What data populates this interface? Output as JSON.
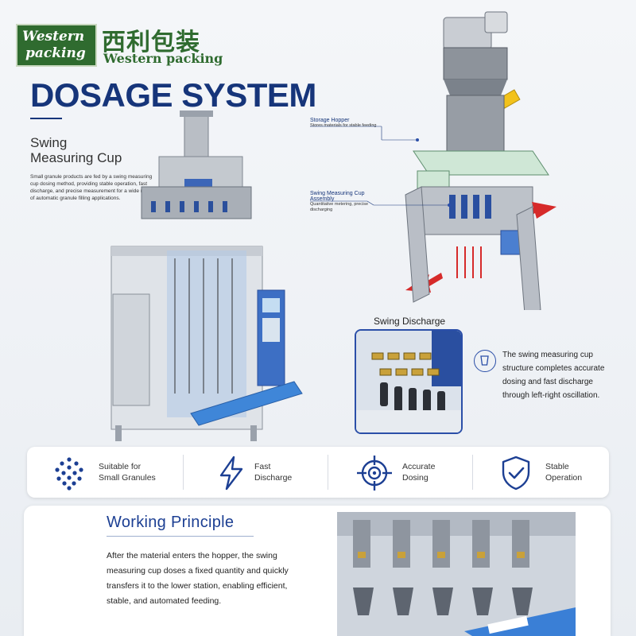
{
  "logo": {
    "badge_line1": "Western",
    "badge_line2": "packing",
    "chinese_name": "西利包装",
    "english_name": "Western packing"
  },
  "title": "DOSAGE SYSTEM",
  "subtitle": {
    "line1": "Swing",
    "line2": "Measuring Cup",
    "description": "Small granule products are fed by a swing measuring cup dosing method, providing stable operation, fast discharge, and precise measurement for a wide range of automatic granule filling applications."
  },
  "callouts": [
    {
      "label": "Storage Hopper",
      "desc": "Stores materials for stable feeding"
    },
    {
      "label": "Swing Measuring Cup Assembly",
      "desc": "Quantitative metering, precise discharging"
    }
  ],
  "swing_discharge": {
    "title": "Swing Discharge",
    "note": "The swing measuring cup structure completes accurate dosing and fast discharge through left-right oscillation."
  },
  "features": [
    {
      "icon": "granules-icon",
      "label1": "Suitable for",
      "label2": "Small Granules"
    },
    {
      "icon": "lightning-icon",
      "label1": "Fast",
      "label2": "Discharge"
    },
    {
      "icon": "crosshair-icon",
      "label1": "Accurate",
      "label2": "Dosing"
    },
    {
      "icon": "shield-check-icon",
      "label1": "Stable",
      "label2": "Operation"
    }
  ],
  "working_principle": {
    "title": "Working Principle",
    "text": "After the material enters the hopper, the swing measuring cup doses a fixed quantity and quickly transfers it to the lower station, enabling efficient, stable, and automated feeding."
  },
  "colors": {
    "brand_green": "#2f6b2f",
    "title_navy": "#16357a",
    "accent_blue": "#2b4fa8",
    "arrow_red": "#d62a2a"
  }
}
